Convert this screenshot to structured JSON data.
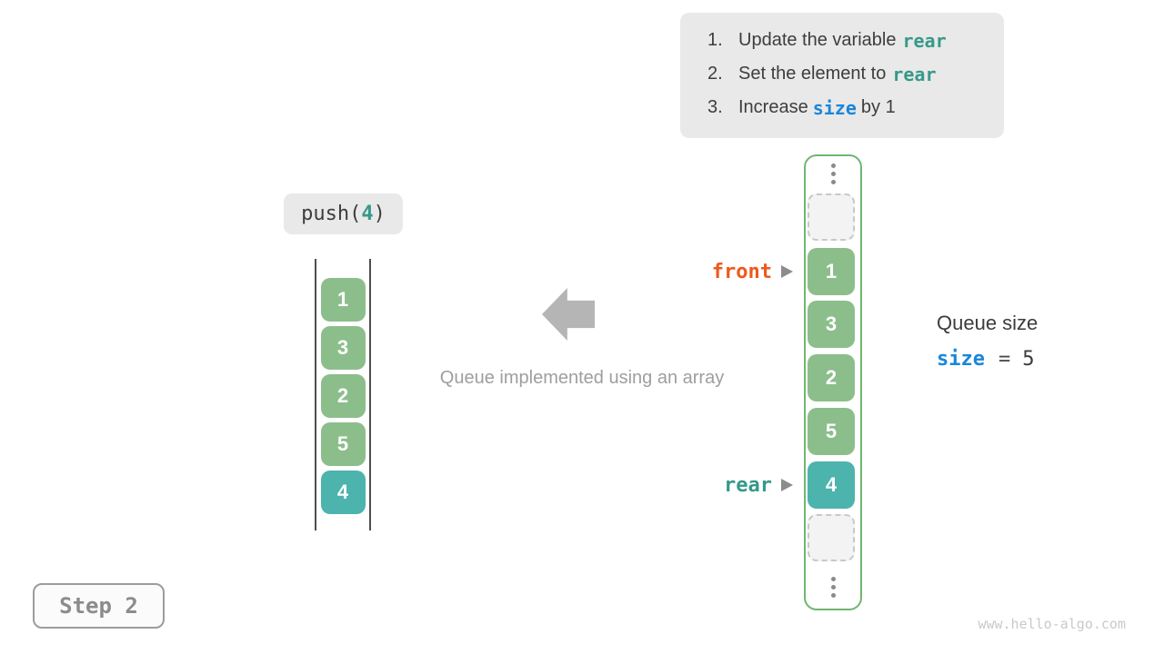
{
  "instructions": {
    "items": [
      {
        "num": "1.",
        "pre": "Update the variable",
        "code": "rear",
        "post": ""
      },
      {
        "num": "2.",
        "pre": "Set the element to",
        "code": "rear",
        "post": ""
      },
      {
        "num": "3.",
        "pre": "Increase",
        "code": "size",
        "post": "by 1"
      }
    ]
  },
  "push_call": {
    "prefix": "push(",
    "arg": "4",
    "suffix": ")"
  },
  "left_stack": {
    "values": [
      "1",
      "3",
      "2",
      "5",
      "4"
    ],
    "highlight_value": "4"
  },
  "caption": {
    "text": "Queue implemented using an array"
  },
  "right_array": {
    "values": [
      "1",
      "3",
      "2",
      "5",
      "4"
    ],
    "highlight_value": "4",
    "front_label": "front",
    "rear_label": "rear",
    "empty_slots": 2,
    "ellipsis": "vertical-dots"
  },
  "queue_size": {
    "title": "Queue size",
    "var": "size",
    "equals": "=",
    "value": "5"
  },
  "step_badge": {
    "label": "Step 2"
  },
  "watermark": {
    "text": "www.hello-algo.com"
  },
  "colors": {
    "cell_green": "#8cbe8c",
    "cell_teal": "#4cb3ad",
    "array_border_green": "#70b670",
    "code_teal": "#35998a",
    "code_blue": "#1a86d9",
    "front_orange": "#ed5a1d",
    "box_gray": "#e9e9e9",
    "arrow_gray": "#b5b5b5",
    "text_dark": "#3d3d3d",
    "text_muted": "#9e9e9e"
  }
}
